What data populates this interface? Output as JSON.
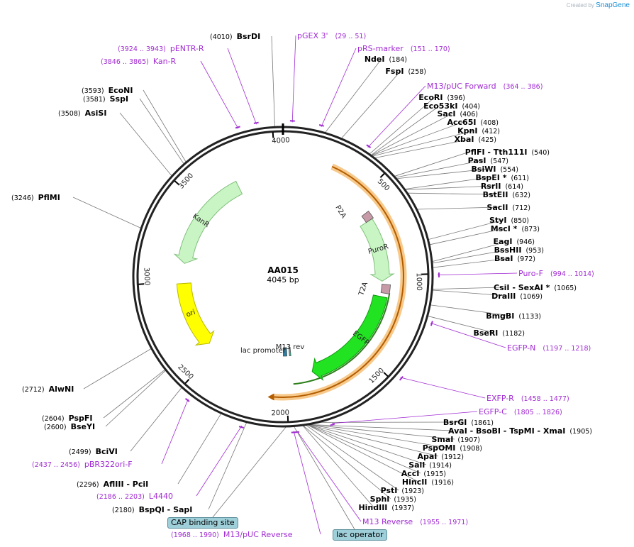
{
  "branding": {
    "created_by": "Created by",
    "brand": "SnapGene"
  },
  "plasmid": {
    "name": "AA015",
    "length": "4045 bp",
    "length_value": 4045
  },
  "ticks": [
    "500",
    "1000",
    "1500",
    "2000",
    "2500",
    "3000",
    "3500",
    "4000"
  ],
  "features": [
    {
      "name": "KanR",
      "start": 3120,
      "end": 3750,
      "direction": "ccw",
      "color": "#c9f5c4",
      "edge": "#7fbf7a",
      "labelpos": 3420
    },
    {
      "name": "ori",
      "start": 2560,
      "end": 2990,
      "direction": "ccw",
      "color": "#ffff00",
      "edge": "#b8b800",
      "labelpos": 2790
    },
    {
      "name": "PuroR",
      "start": 640,
      "end": 1040,
      "direction": "cw",
      "color": "#c9f5c4",
      "edge": "#7fbf7a",
      "labelpos": 830
    },
    {
      "name": "EGFP",
      "start": 1140,
      "end": 1830,
      "direction": "cw",
      "color": "#22e322",
      "edge": "#0d9a0d",
      "labelpos": 1440
    },
    {
      "name": "P2A",
      "start": 590,
      "end": 640,
      "color": "#c79aa8"
    },
    {
      "name": "T2A",
      "start": 1060,
      "end": 1115,
      "color": "#c79aa8"
    },
    {
      "name": "lac promoter",
      "start": 1990,
      "end": 2020,
      "color": "#2b7fa3"
    },
    {
      "name": "M13 rev",
      "start": 1958,
      "end": 1970,
      "color": "#2bb7a3"
    }
  ],
  "sites": [
    {
      "name": "BsrDI",
      "coord": "(4010)",
      "side": "L"
    },
    {
      "name": "NdeI",
      "coord": "(184)",
      "side": "R"
    },
    {
      "name": "FspI",
      "coord": "(258)",
      "side": "R"
    },
    {
      "name": "EcoRI",
      "coord": "(396)",
      "side": "R"
    },
    {
      "name": "Eco53kI",
      "coord": "(404)",
      "side": "R"
    },
    {
      "name": "SacI",
      "coord": "(406)",
      "side": "R"
    },
    {
      "name": "Acc65I",
      "coord": "(408)",
      "side": "R"
    },
    {
      "name": "KpnI",
      "coord": "(412)",
      "side": "R"
    },
    {
      "name": "XbaI",
      "coord": "(425)",
      "side": "R"
    },
    {
      "name": "PflFI - Tth111I",
      "coord": "(540)",
      "side": "R"
    },
    {
      "name": "PasI",
      "coord": "(547)",
      "side": "R"
    },
    {
      "name": "BsiWI",
      "coord": "(554)",
      "side": "R"
    },
    {
      "name": "BspEI *",
      "coord": "(611)",
      "side": "R"
    },
    {
      "name": "RsrII",
      "coord": "(614)",
      "side": "R"
    },
    {
      "name": "BstEII",
      "coord": "(632)",
      "side": "R"
    },
    {
      "name": "SacII",
      "coord": "(712)",
      "side": "R"
    },
    {
      "name": "StyI",
      "coord": "(850)",
      "side": "R"
    },
    {
      "name": "MscI *",
      "coord": "(873)",
      "side": "R"
    },
    {
      "name": "EagI",
      "coord": "(946)",
      "side": "R"
    },
    {
      "name": "BssHII",
      "coord": "(953)",
      "side": "R"
    },
    {
      "name": "BsaI",
      "coord": "(972)",
      "side": "R"
    },
    {
      "name": "CsiI - SexAI *",
      "coord": "(1065)",
      "side": "R"
    },
    {
      "name": "DraIII",
      "coord": "(1069)",
      "side": "R"
    },
    {
      "name": "BmgBI",
      "coord": "(1133)",
      "side": "R"
    },
    {
      "name": "BseRI",
      "coord": "(1182)",
      "side": "R"
    },
    {
      "name": "BsrGI",
      "coord": "(1861)",
      "side": "R"
    },
    {
      "name": "AvaI - BsoBI - TspMI - XmaI",
      "coord": "(1905)",
      "side": "R"
    },
    {
      "name": "SmaI",
      "coord": "(1907)",
      "side": "R"
    },
    {
      "name": "PspOMI",
      "coord": "(1908)",
      "side": "R"
    },
    {
      "name": "ApaI",
      "coord": "(1912)",
      "side": "R"
    },
    {
      "name": "SalI",
      "coord": "(1914)",
      "side": "R"
    },
    {
      "name": "AccI",
      "coord": "(1915)",
      "side": "R"
    },
    {
      "name": "HincII",
      "coord": "(1916)",
      "side": "R"
    },
    {
      "name": "PstI",
      "coord": "(1923)",
      "side": "R"
    },
    {
      "name": "SphI",
      "coord": "(1935)",
      "side": "R"
    },
    {
      "name": "HindIII",
      "coord": "(1937)",
      "side": "R"
    },
    {
      "name": "BspQI - SapI",
      "coord": "(2180)",
      "side": "L"
    },
    {
      "name": "AflIII - PciI",
      "coord": "(2296)",
      "side": "L"
    },
    {
      "name": "BciVI",
      "coord": "(2499)",
      "side": "L"
    },
    {
      "name": "BseYI",
      "coord": "(2600)",
      "side": "L"
    },
    {
      "name": "PspFI",
      "coord": "(2604)",
      "side": "L"
    },
    {
      "name": "AlwNI",
      "coord": "(2712)",
      "side": "L"
    },
    {
      "name": "PflMI",
      "coord": "(3246)",
      "side": "L"
    },
    {
      "name": "AsiSI",
      "coord": "(3508)",
      "side": "L"
    },
    {
      "name": "SspI",
      "coord": "(3581)",
      "side": "L"
    },
    {
      "name": "EcoNI",
      "coord": "(3593)",
      "side": "L"
    }
  ],
  "primers": [
    {
      "name": "pGEX 3'",
      "coord": "(29 .. 51)"
    },
    {
      "name": "pRS-marker",
      "coord": "(151 .. 170)"
    },
    {
      "name": "M13/pUC Forward",
      "coord": "(364 .. 386)"
    },
    {
      "name": "Puro-F",
      "coord": "(994 .. 1014)"
    },
    {
      "name": "EGFP-N",
      "coord": "(1197 .. 1218)"
    },
    {
      "name": "EXFP-R",
      "coord": "(1458 .. 1477)"
    },
    {
      "name": "EGFP-C",
      "coord": "(1805 .. 1826)"
    },
    {
      "name": "M13 Reverse",
      "coord": "(1955 .. 1971)"
    },
    {
      "name": "M13/pUC Reverse",
      "coord": "(1968 .. 1990)"
    },
    {
      "name": "L4440",
      "coord": "(2186 .. 2203)"
    },
    {
      "name": "pBR322ori-F",
      "coord": "(2437 .. 2456)"
    },
    {
      "name": "Kan-R",
      "coord": "(3846 .. 3865)"
    },
    {
      "name": "pENTR-R",
      "coord": "(3924 .. 3943)"
    }
  ],
  "boxes": {
    "cap": "CAP binding site",
    "lac_op": "lac operator"
  }
}
